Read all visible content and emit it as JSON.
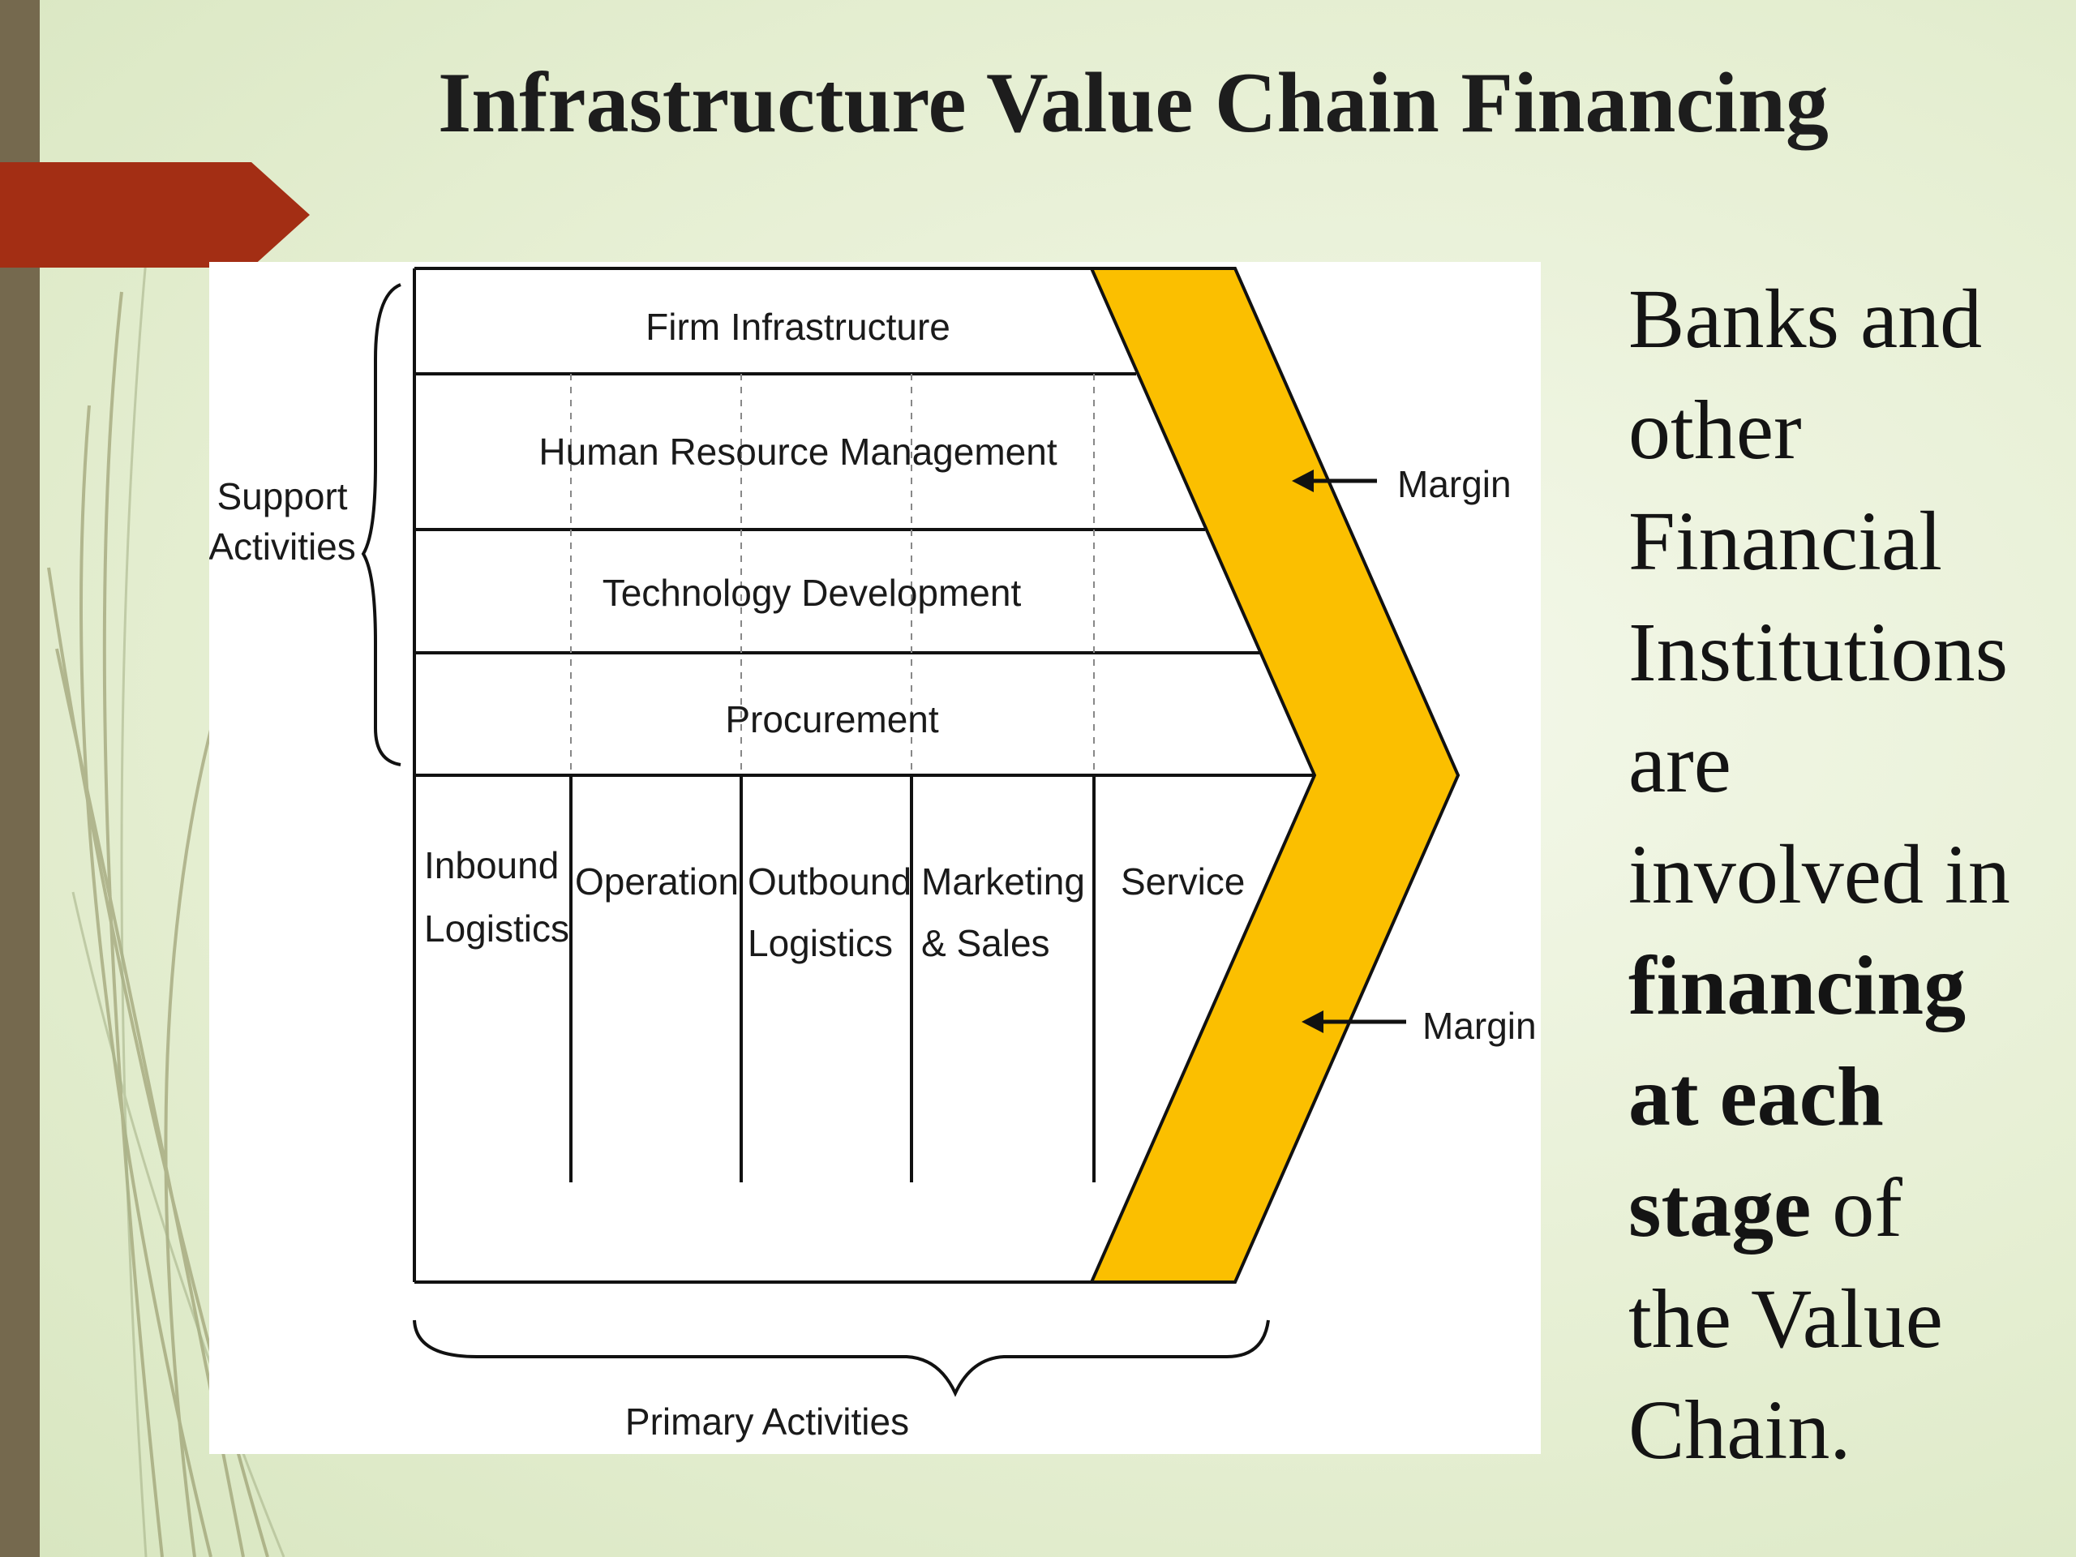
{
  "slide": {
    "title": "Infrastructure Value Chain Financing",
    "accent_colors": {
      "left_bar": "#75694e",
      "tab": "#a32e14",
      "margin": "#fbbf00"
    }
  },
  "diagram": {
    "support_label_line1": "Support",
    "support_label_line2": "Activities",
    "support_rows": [
      "Firm Infrastructure",
      "Human Resource Management",
      "Technology Development",
      "Procurement"
    ],
    "primary_columns": [
      {
        "line1": "Inbound",
        "line2": "Logistics"
      },
      {
        "line1": "Operation",
        "line2": ""
      },
      {
        "line1": "Outbound",
        "line2": "Logistics"
      },
      {
        "line1": "Marketing",
        "line2": "& Sales"
      },
      {
        "line1": "Service",
        "line2": ""
      }
    ],
    "primary_label": "Primary Activities",
    "margin_upper": "Margin",
    "margin_lower": "Margin"
  },
  "side_text": {
    "line1": "Banks and",
    "line2": "other",
    "line3": "Financial",
    "line4": "Institutions",
    "line5": "are",
    "line6": "involved in",
    "bold1": "financing",
    "bold2": "at each",
    "bold3": "stage",
    "after_bold": " of",
    "line8": "the Value",
    "line9": "Chain."
  }
}
